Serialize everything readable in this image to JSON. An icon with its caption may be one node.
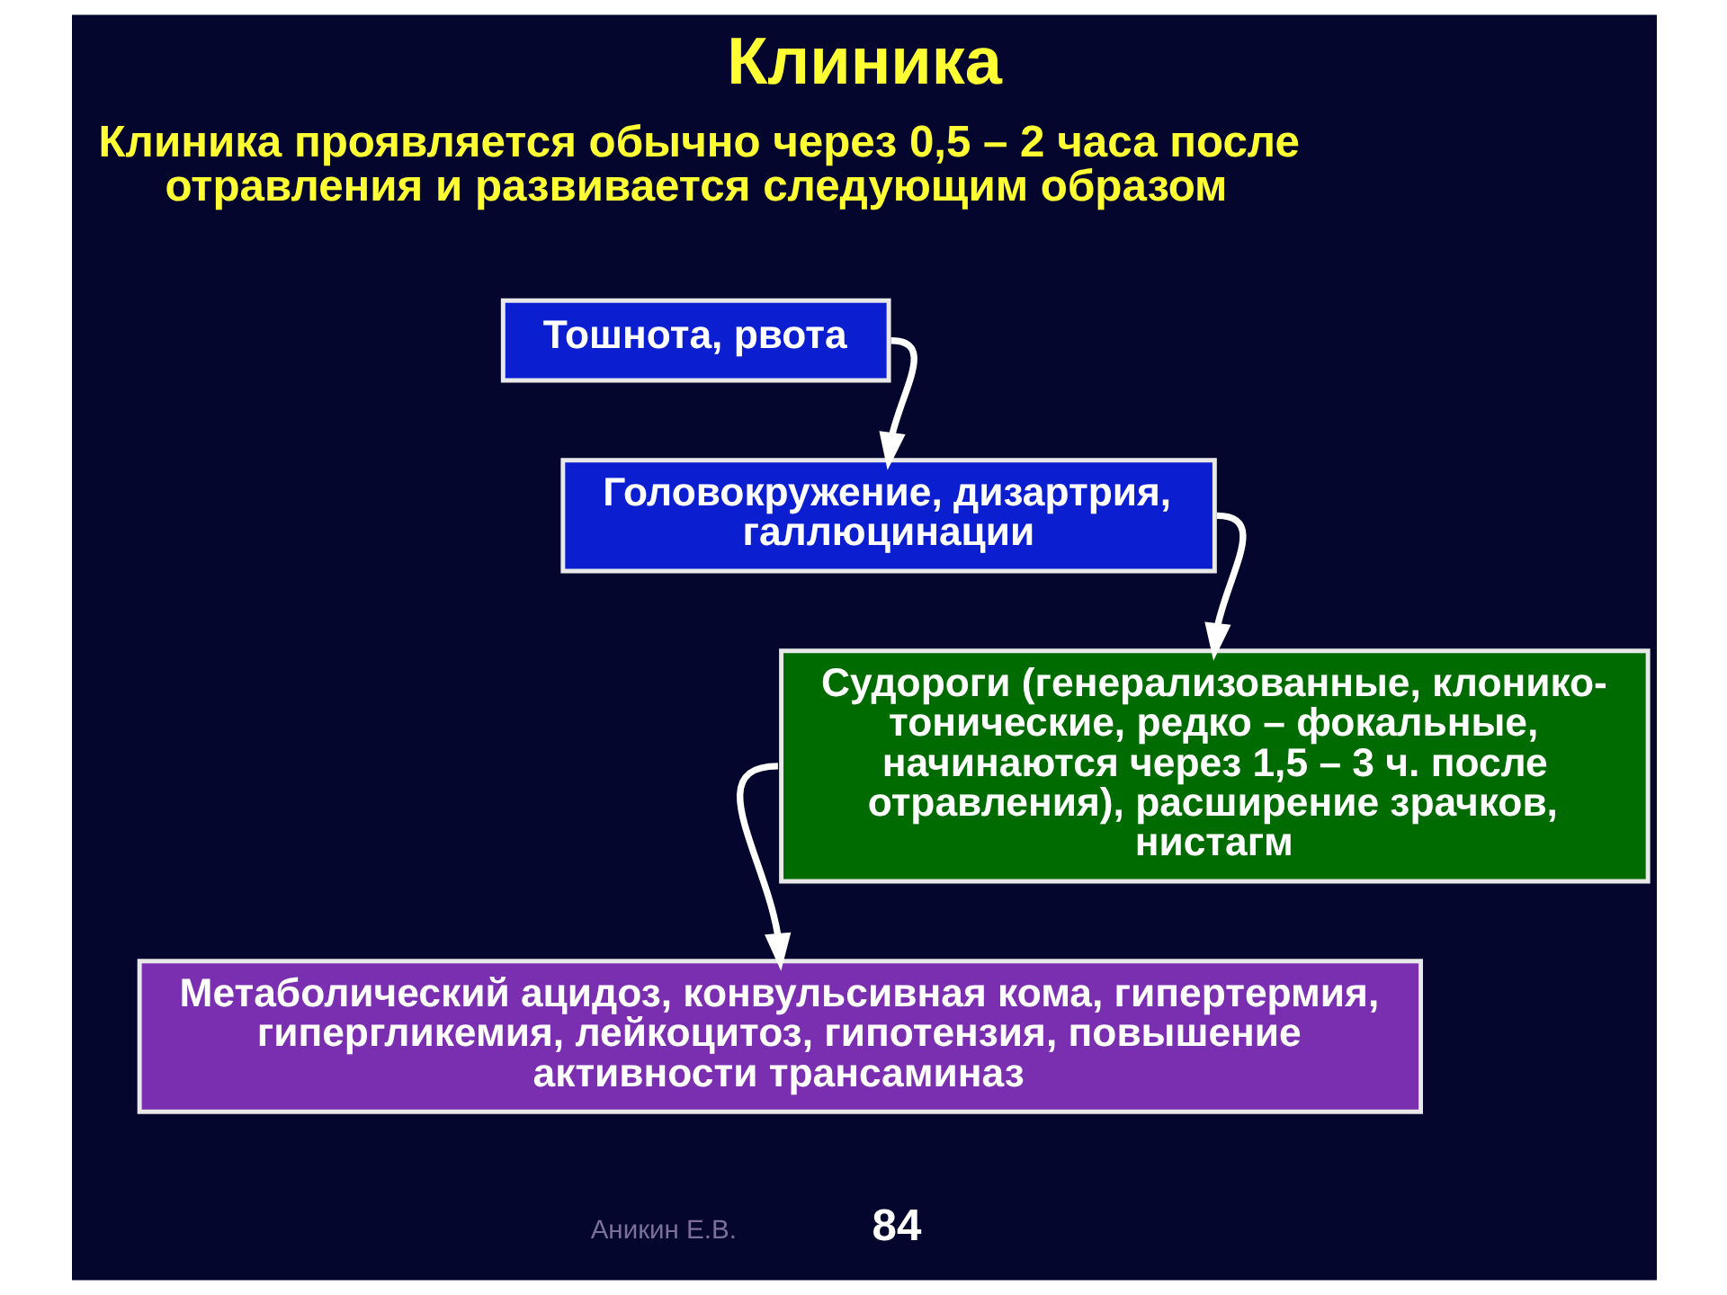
{
  "diagram": {
    "title": "Клиника",
    "nodes": [
      {
        "text": [
          "Тошнота, рвота"
        ]
      },
      {
        "text": [
          "Головокружение, дизартрия, галлюцинации"
        ]
      },
      {
        "text": [
          "Судороги (генерализованные, клонико-тонические, редко – фокальные, начинаются через 1,5 – 3 ч. после отравления), расширение зрачков, нистагм"
        ]
      },
      {
        "text": [
          "Метаболический ацидоз, конвульсивная кома, гипертермия, гипергликемия, лейкоцитоз, гипотензия, повышение активности трансаминаз"
        ]
      }
    ],
    "edges": [
      {
        "from": 0,
        "to": 1,
        "arrow": "to"
      },
      {
        "from": 1,
        "to": 2,
        "arrow": "to"
      },
      {
        "from": 2,
        "to": 3,
        "arrow": "to"
      }
    ],
    "labels": [
      "Клиника проявляется обычно через 0,5 – 2 часа после отравления и развивается следующим образом",
      "Аникин Е.В.",
      "84"
    ]
  }
}
